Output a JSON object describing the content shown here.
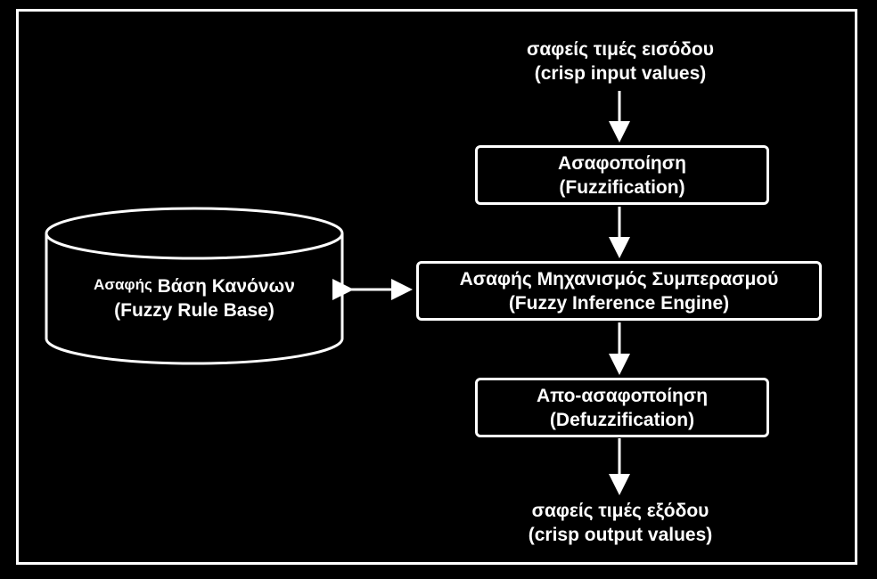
{
  "colors": {
    "background": "#000000",
    "foreground": "#ffffff"
  },
  "input": {
    "line1": "σαφείς τιμές εισόδου",
    "line2": "(crisp input values)"
  },
  "fuzzification": {
    "line1": "Ασαφοποίηση",
    "line2": "(Fuzzification)"
  },
  "inference": {
    "line1": "Ασαφής Μηχανισμός Συμπερασμού",
    "line2": "(Fuzzy Inference Engine)"
  },
  "defuzzification": {
    "line1": "Απο-ασαφοποίηση",
    "line2": "(Defuzzification)"
  },
  "rule_base": {
    "line1_small": "Ασαφής",
    "line1_main": "Βάση Κανόνων",
    "line2": "(Fuzzy Rule Base)"
  },
  "output": {
    "line1": "σαφείς τιμές εξόδου",
    "line2": "(crisp output values)"
  }
}
